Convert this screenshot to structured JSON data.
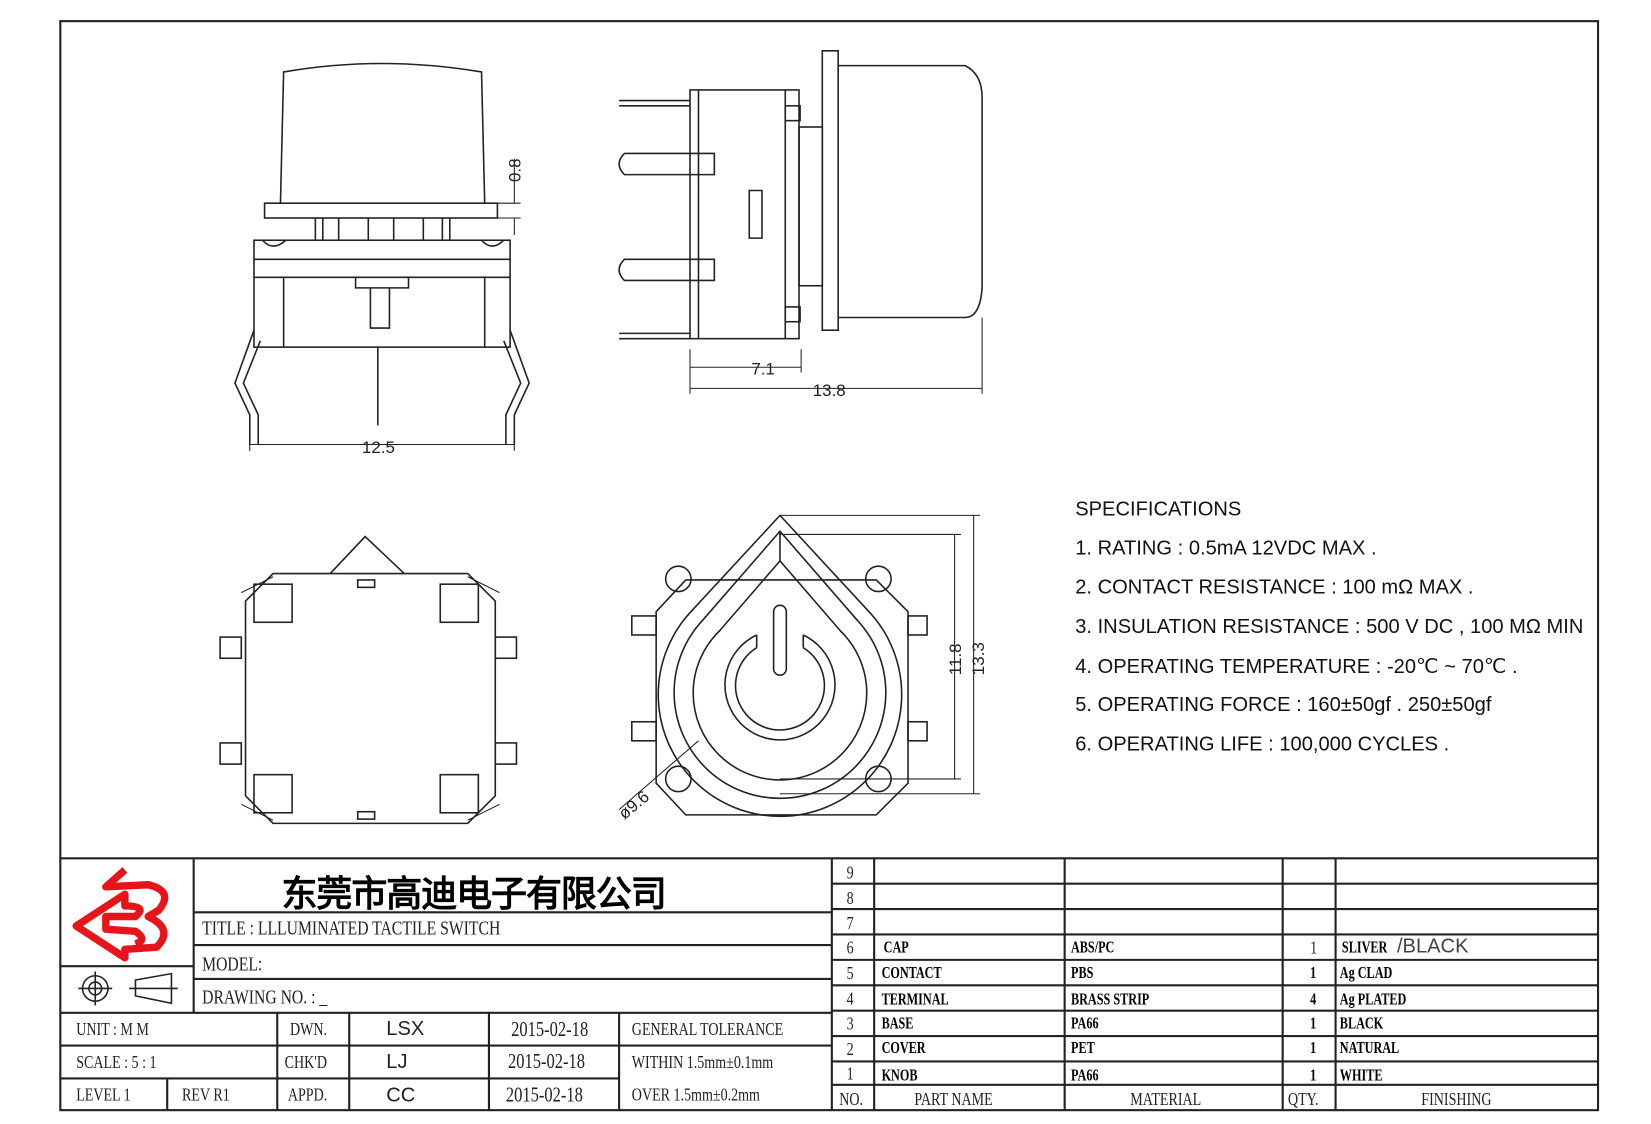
{
  "company_name": "东莞市高迪电子有限公司",
  "logo_color": "#e8141b",
  "dimensions": {
    "front_width": "12.5",
    "flange_gap": "0.8",
    "side_body": "7.1",
    "side_total": "13.8",
    "top_inner": "11.8",
    "top_outer": "13.3",
    "diameter": "ø9.6"
  },
  "specifications": {
    "heading": "SPECIFICATIONS",
    "items": [
      "1. RATING : 0.5mA 12VDC MAX .",
      "2. CONTACT RESISTANCE : 100 mΩ MAX .",
      "3. INSULATION RESISTANCE : 500 V DC , 100 MΩ MIN",
      "4. OPERATING TEMPERATURE : -20℃ ~ 70℃ .",
      "5. OPERATING FORCE : 160±50gf . 250±50gf",
      "6. OPERATING LIFE : 100,000 CYCLES ."
    ]
  },
  "title_block": {
    "title": "TITLE :  LLLUMINATED TACTILE SWITCH",
    "model": "MODEL:",
    "drawing_no": "DRAWING NO.  : _",
    "unit": "UNIT    :    M M",
    "scale": "SCALE  :  5 : 1",
    "level": "LEVEL 1",
    "rev": "REV  R1",
    "dwn_label": "DWN.",
    "chkd_label": "CHK'D",
    "appd_label": "APPD.",
    "dwn": "LSX",
    "chkd": "LJ",
    "appd": "CC",
    "dwn_date": "2015-02-18",
    "chkd_date": "2015-02-18",
    "appd_date": "2015-02-18",
    "tolerance_label": "GENERAL TOLERANCE",
    "tolerance_within": "WITHIN 1.5mm±0.1mm",
    "tolerance_over": "OVER   1.5mm±0.2mm"
  },
  "parts_table": {
    "headers": {
      "no": "NO.",
      "part_name": "PART  NAME",
      "material": "MATERIAL",
      "qty": "QTY.",
      "finishing": "FINISHING"
    },
    "rows": [
      {
        "no": "9",
        "part_name": "",
        "material": "",
        "qty": "",
        "finishing": ""
      },
      {
        "no": "8",
        "part_name": "",
        "material": "",
        "qty": "",
        "finishing": ""
      },
      {
        "no": "7",
        "part_name": "",
        "material": "",
        "qty": "",
        "finishing": ""
      },
      {
        "no": "6",
        "part_name": "CAP",
        "material": "ABS/PC",
        "qty": "1",
        "finishing": "SLIVER",
        "finishing_extra": "/BLACK"
      },
      {
        "no": "5",
        "part_name": "CONTACT",
        "material": "PBS",
        "qty": "1",
        "finishing": "Ag CLAD"
      },
      {
        "no": "4",
        "part_name": "TERMINAL",
        "material": "BRASS STRIP",
        "qty": "4",
        "finishing": "Ag PLATED"
      },
      {
        "no": "3",
        "part_name": "BASE",
        "material": "PA66",
        "qty": "1",
        "finishing": "BLACK"
      },
      {
        "no": "2",
        "part_name": "COVER",
        "material": "PET",
        "qty": "1",
        "finishing": "NATURAL"
      },
      {
        "no": "1",
        "part_name": "KNOB",
        "material": "PA66",
        "qty": "1",
        "finishing": "WHITE"
      }
    ]
  }
}
